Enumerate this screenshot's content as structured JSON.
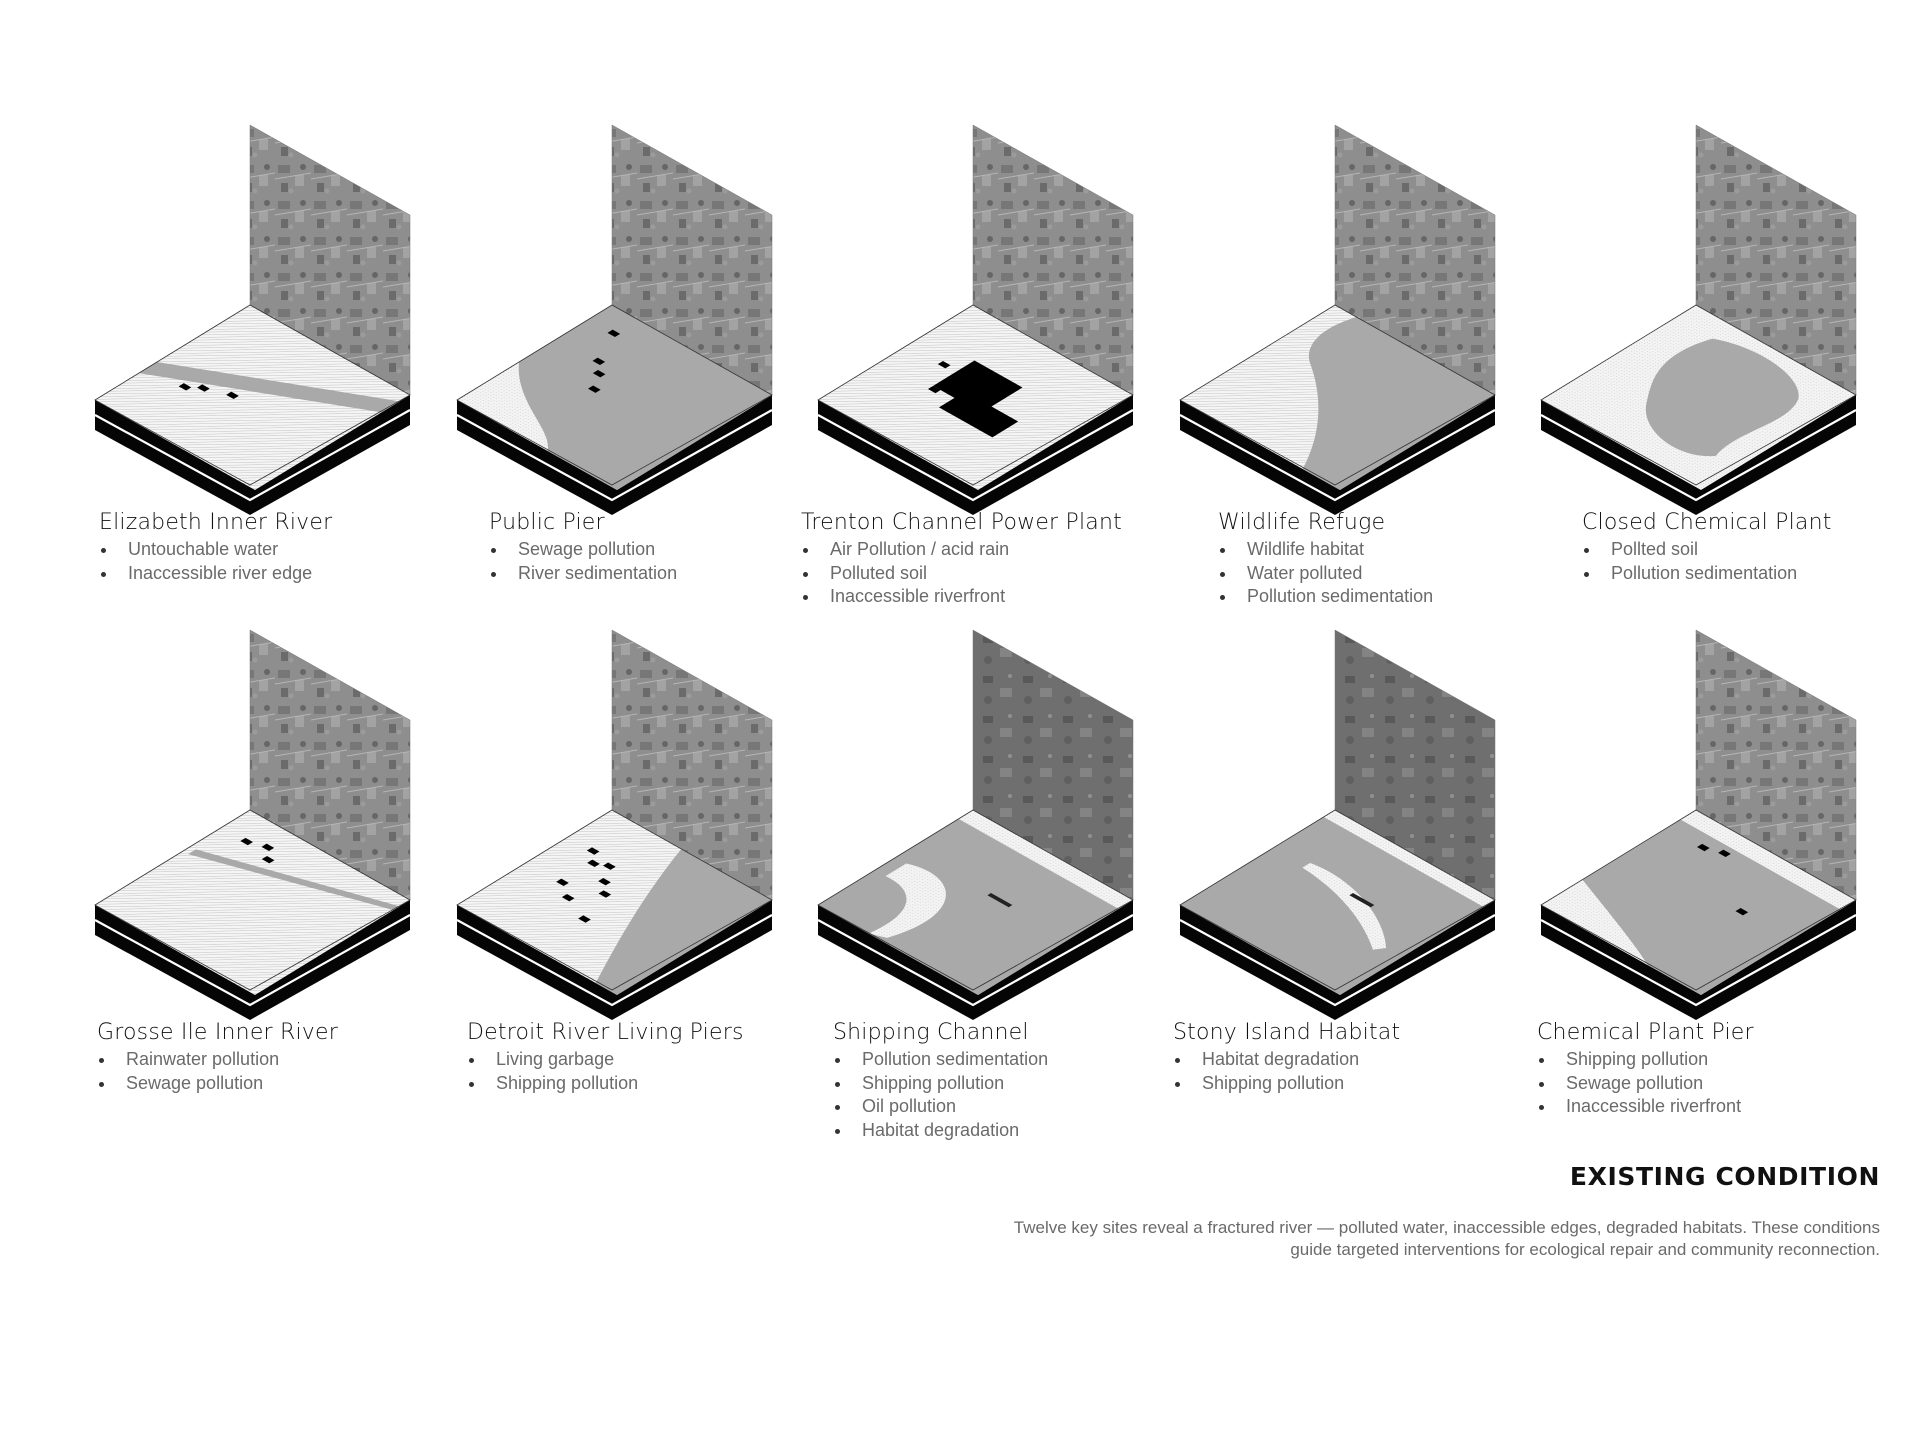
{
  "sites": [
    {
      "id": "elizabeth",
      "title": "Elizabeth Inner River",
      "issues": [
        "Untouchable water",
        "Inaccessible river edge"
      ]
    },
    {
      "id": "public-pier",
      "title": "Public Pier",
      "issues": [
        "Sewage pollution",
        "River sedimentation"
      ]
    },
    {
      "id": "trenton",
      "title": "Trenton Channel Power Plant",
      "issues": [
        "Air Pollution / acid rain",
        "Polluted soil",
        "Inaccessible riverfront"
      ]
    },
    {
      "id": "wildlife",
      "title": "Wildlife Refuge",
      "issues": [
        "Wildlife habitat",
        "Water polluted",
        "Pollution sedimentation"
      ]
    },
    {
      "id": "closed-chem",
      "title": "Closed Chemical Plant",
      "issues": [
        "Pollted soil",
        "Pollution sedimentation"
      ]
    },
    {
      "id": "grosse",
      "title": "Grosse Ile Inner River",
      "issues": [
        "Rainwater pollution",
        "Sewage pollution"
      ]
    },
    {
      "id": "detroit",
      "title": "Detroit River Living Piers",
      "issues": [
        "Living garbage",
        "Shipping pollution"
      ]
    },
    {
      "id": "shipping",
      "title": "Shipping Channel",
      "issues": [
        "Pollution sedimentation",
        "Shipping pollution",
        "Oil pollution",
        "Habitat degradation"
      ]
    },
    {
      "id": "stony",
      "title": "Stony Island Habitat",
      "issues": [
        "Habitat degradation",
        "Shipping pollution"
      ]
    },
    {
      "id": "chem-pier",
      "title": "Chemical Plant Pier",
      "issues": [
        "Shipping pollution",
        "Sewage pollution",
        "Inaccessible riverfront"
      ]
    }
  ],
  "footer": {
    "title": "EXISTING CONDITION",
    "description": "Twelve key sites reveal a fractured river — polluted water, inaccessible edges, degraded habitats. These conditions guide targeted interventions for ecological repair and community reconnection."
  },
  "colors": {
    "water": "#a9a9a9",
    "land": "#f2f2f2",
    "base": "#050505",
    "photo": "#8c8c8c",
    "building": "#000000"
  }
}
